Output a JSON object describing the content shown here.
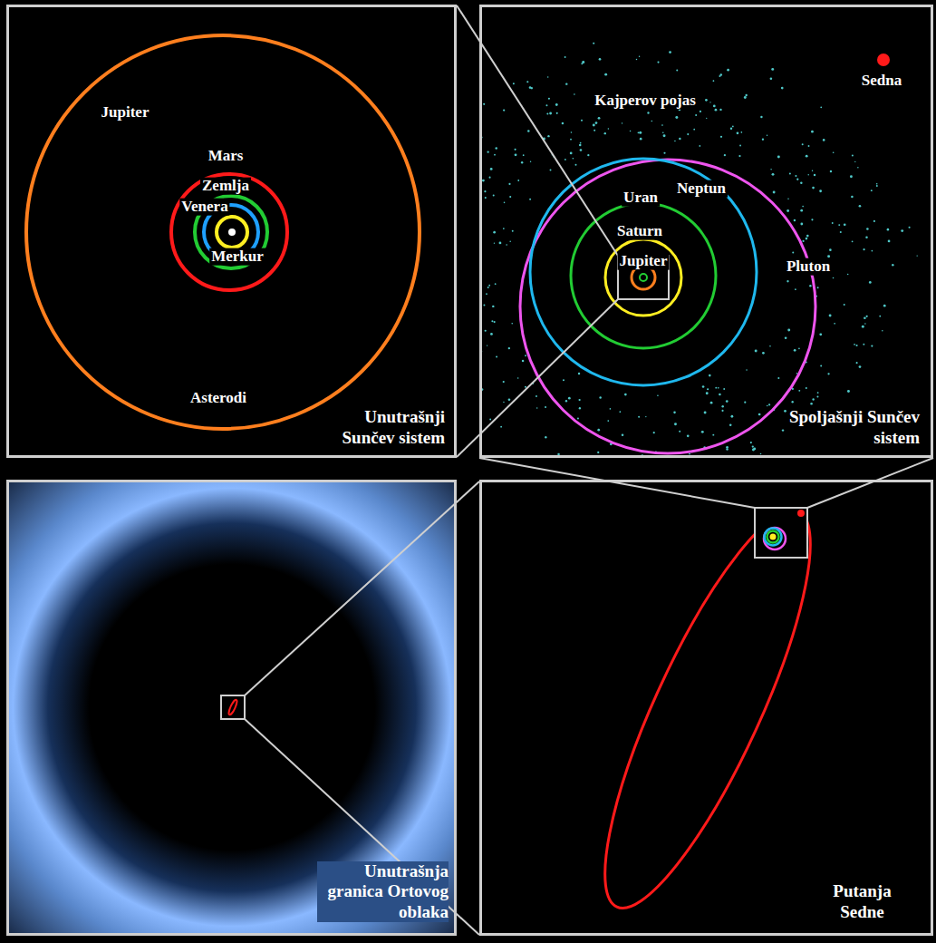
{
  "diagram": {
    "nodes": [
      {
        "text": [
          "Unutrašnji Sunčev sistem"
        ]
      },
      {
        "text": [
          "Spoljašnji Sunčev sistem"
        ]
      },
      {
        "text": [
          "Unutrašnja granica Ortovog oblaka"
        ]
      },
      {
        "text": [
          "Putanja Sedne"
        ]
      }
    ],
    "labels": [
      "Jupiter",
      "Mars",
      "Zemlja",
      "Venera",
      "Merkur",
      "Asterodi",
      "Sedna",
      "Kajperov pojas",
      "Uran",
      "Neptun",
      "Saturn",
      "Jupiter",
      "Pluton"
    ]
  }
}
